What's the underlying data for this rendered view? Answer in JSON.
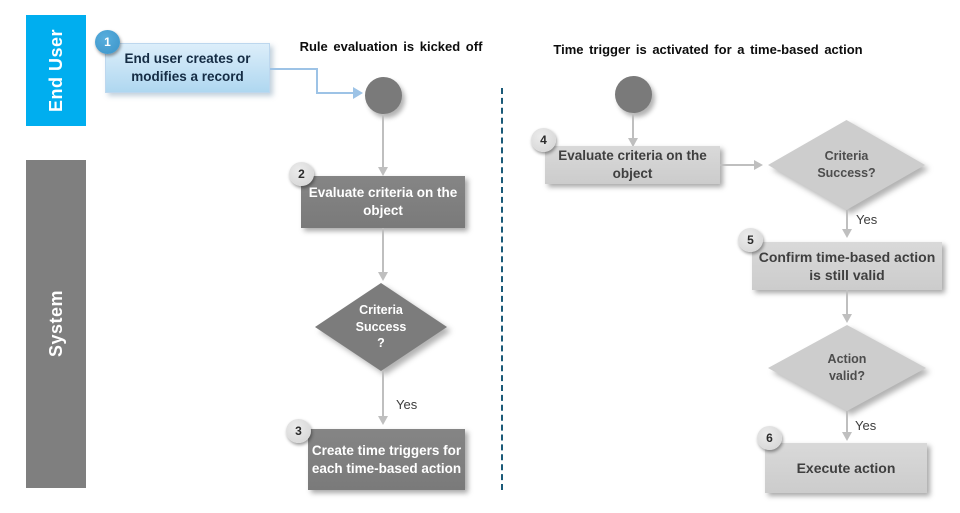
{
  "lanes": {
    "end_user": "End User",
    "system": "System"
  },
  "section_titles": {
    "left": "Rule evaluation is kicked off",
    "right": "Time trigger is activated for a time-based action"
  },
  "steps": {
    "s1": {
      "num": "1",
      "label": "End user creates or modifies a record"
    },
    "s2": {
      "num": "2",
      "label": "Evaluate criteria on the object"
    },
    "s3": {
      "num": "3",
      "label": "Create time triggers for each time-based action"
    },
    "s4": {
      "num": "4",
      "label": "Evaluate criteria on the object"
    },
    "s5": {
      "num": "5",
      "label": "Confirm time-based action is still valid"
    },
    "s6": {
      "num": "6",
      "label": "Execute action"
    }
  },
  "decisions": {
    "d1": {
      "label": "Criteria Success ?"
    },
    "d2": {
      "label": "Criteria Success?"
    },
    "d3": {
      "label": "Action valid?"
    }
  },
  "edge_labels": {
    "yes1": "Yes",
    "yes2": "Yes",
    "yes3": "Yes"
  },
  "colors": {
    "lane_end_user": "#00AEEF",
    "lane_system": "#7F7F7F",
    "dark_node": "#7F7F7F",
    "light_node": "#CDCDCD",
    "step1_node": "#C5E0F4",
    "connector": "#BFBFBF",
    "blue_connector": "#9DC3E6",
    "separator": "#1B5A78",
    "badge_blue": "#3B93C8",
    "badge_gray": "#D2D2D2"
  }
}
